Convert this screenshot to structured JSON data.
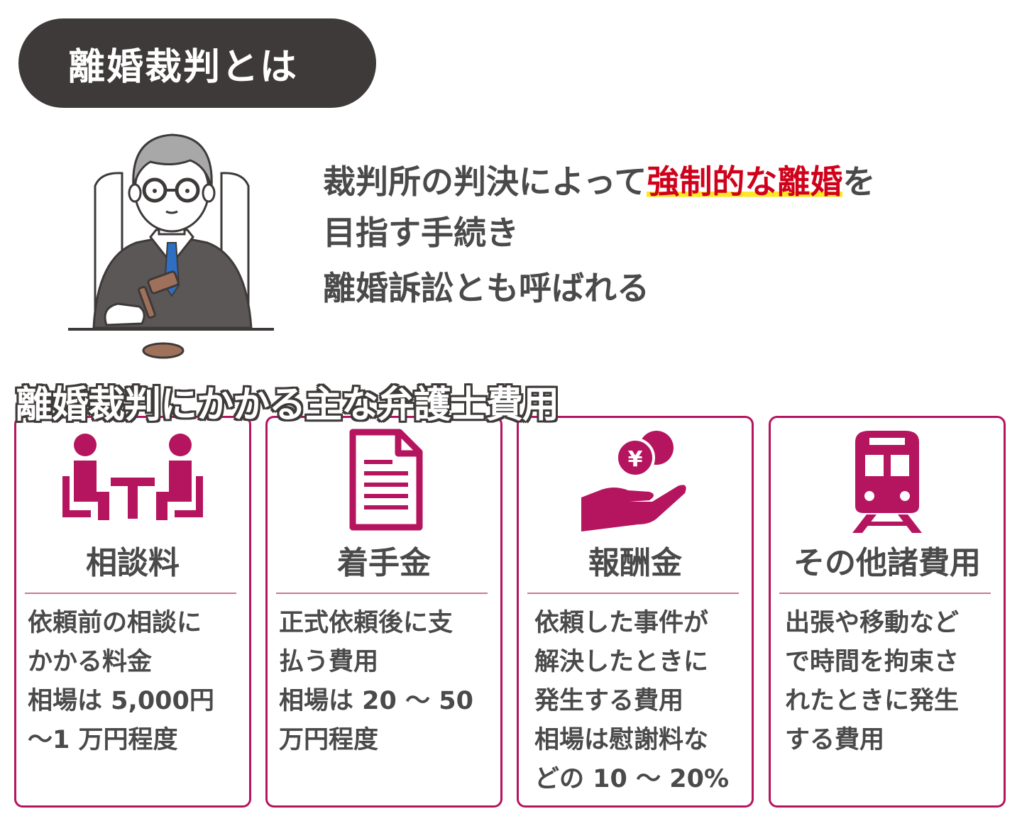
{
  "title": "離婚裁判とは",
  "description": {
    "line1_before": "裁判所の判決によって",
    "line1_highlight": "強制的な離婚",
    "line1_after": "を",
    "line2": "目指す手続き",
    "line3": "離婚訴訟とも呼ばれる"
  },
  "section_heading": "離婚裁判にかかる主な弁護士費用",
  "cards": [
    {
      "icon": "consultation-icon",
      "title": "相談料",
      "lines": [
        "依頼前の相談に",
        "かかる料金",
        "相場は 5,000円",
        "～1 万円程度"
      ]
    },
    {
      "icon": "document-icon",
      "title": "着手金",
      "lines": [
        "正式依頼後に支",
        "払う費用",
        "相場は 20 ～ 50",
        "万円程度"
      ]
    },
    {
      "icon": "yen-hand-icon",
      "title": "報酬金",
      "lines": [
        "依頼した事件が",
        "解決したときに",
        "発生する費用",
        "相場は慰謝料な",
        "どの 10 ～ 20%"
      ]
    },
    {
      "icon": "train-icon",
      "title": "その他諸費用",
      "lines": [
        "出張や移動など",
        "で時間を拘束さ",
        "れたときに発生",
        "する費用"
      ]
    }
  ],
  "colors": {
    "accent": "#b5155e",
    "highlight_text": "#d0021b",
    "highlight_marker": "#ffe626",
    "title_bg": "#3e3a39"
  }
}
